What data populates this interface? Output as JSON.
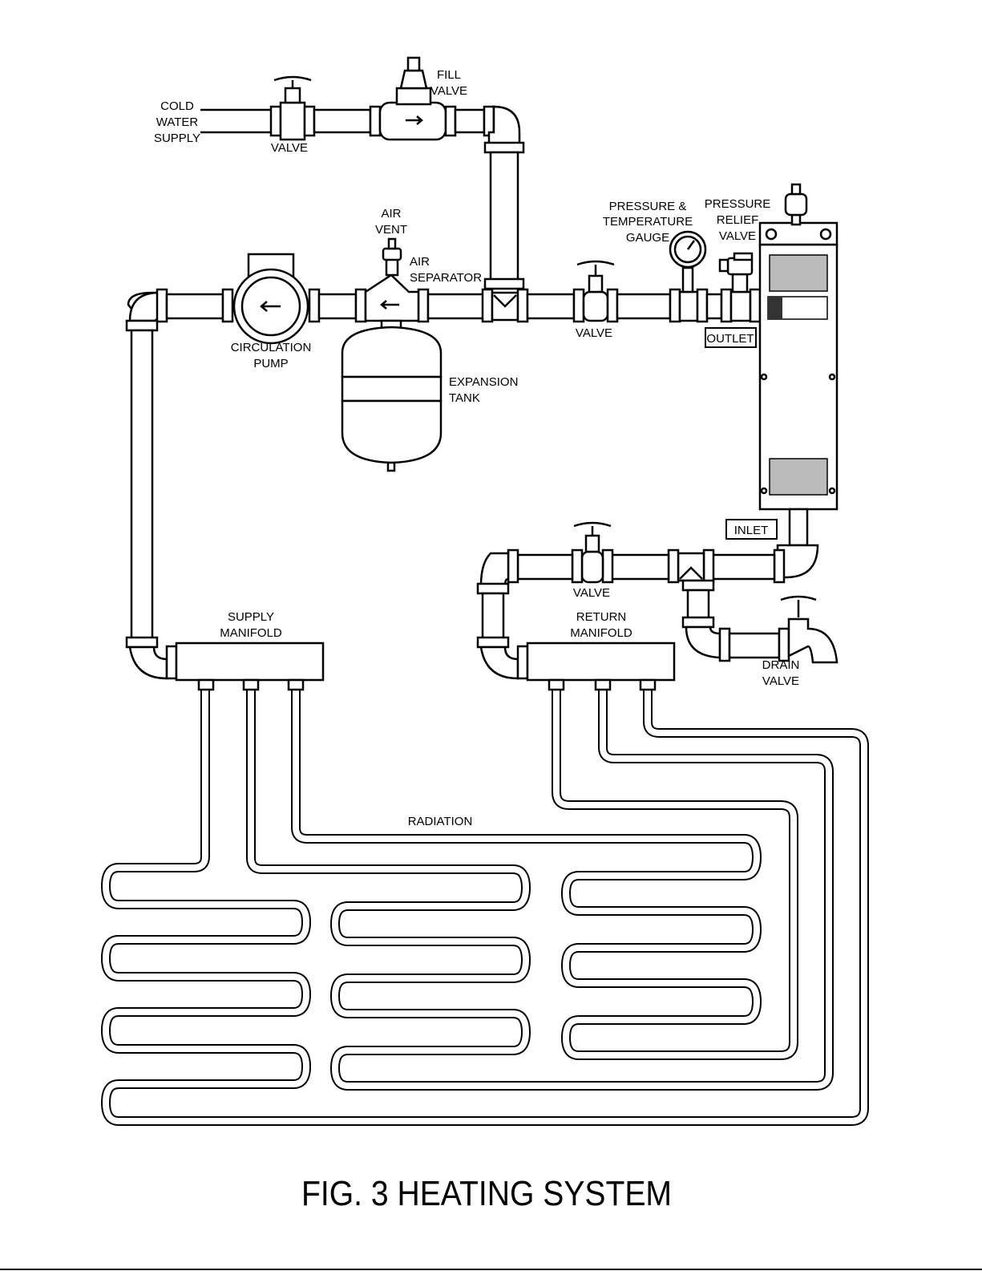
{
  "labels": {
    "cold_water_supply": [
      "COLD",
      "WATER",
      "SUPPLY"
    ],
    "valve_supply": "VALVE",
    "fill_valve": [
      "FILL",
      "VALVE"
    ],
    "air_vent": [
      "AIR",
      "VENT"
    ],
    "air_separator": [
      "AIR",
      "SEPARATOR"
    ],
    "pt_gauge": [
      "PRESSURE &",
      "TEMPERATURE",
      "GAUGE"
    ],
    "relief_valve": [
      "PRESSURE",
      "RELIEF",
      "VALVE"
    ],
    "circulation_pump": [
      "CIRCULATION",
      "PUMP"
    ],
    "valve_outlet": "VALVE",
    "outlet": "OUTLET",
    "expansion_tank": [
      "EXPANSION",
      "TANK"
    ],
    "inlet": "INLET",
    "valve_return": "VALVE",
    "supply_manifold": [
      "SUPPLY",
      "MANIFOLD"
    ],
    "return_manifold": [
      "RETURN",
      "MANIFOLD"
    ],
    "drain_valve": [
      "DRAIN",
      "VALVE"
    ],
    "radiation": "RADIATION"
  },
  "title": "FIG. 3  HEATING SYSTEM",
  "colors": {
    "line": "#000000",
    "background": "#ffffff"
  }
}
